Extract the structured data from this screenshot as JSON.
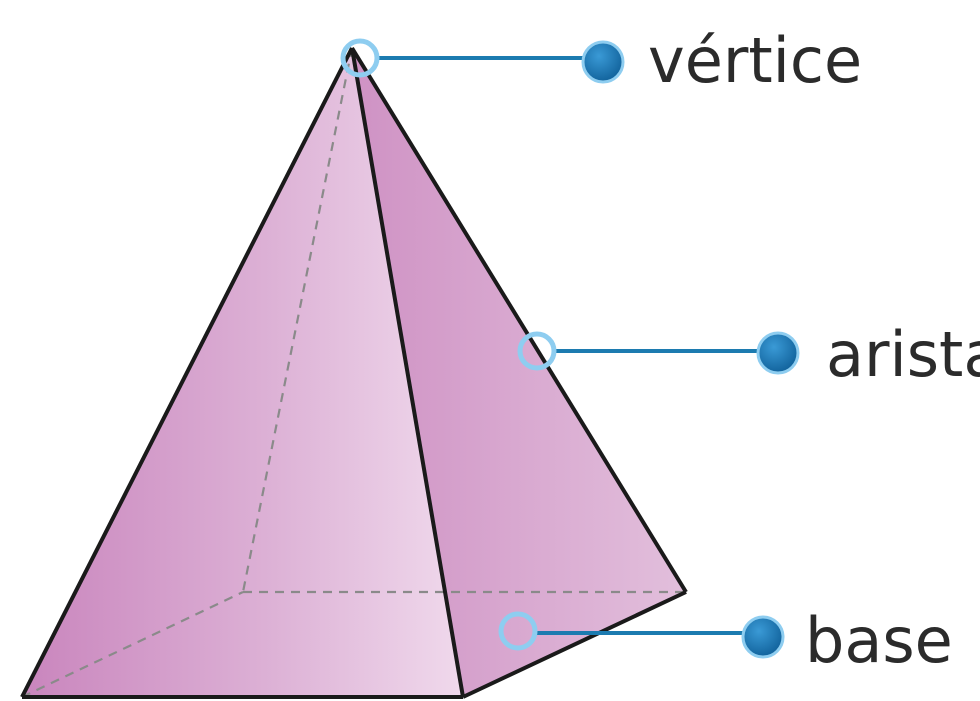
{
  "labels": {
    "vertex": "vértice",
    "edge": "arista",
    "base": "base"
  },
  "colors": {
    "face_light": "#ecd0e6",
    "face_mid": "#dca9d2",
    "face_dark": "#c986bd",
    "edge_line": "#1a1a1a",
    "hidden_line": "#8a8a8a",
    "leader_line": "#1c7bb0",
    "dot_fill": "#1a73b5",
    "ring_stroke": "#8ecdf0",
    "text": "#2b2b2b"
  }
}
